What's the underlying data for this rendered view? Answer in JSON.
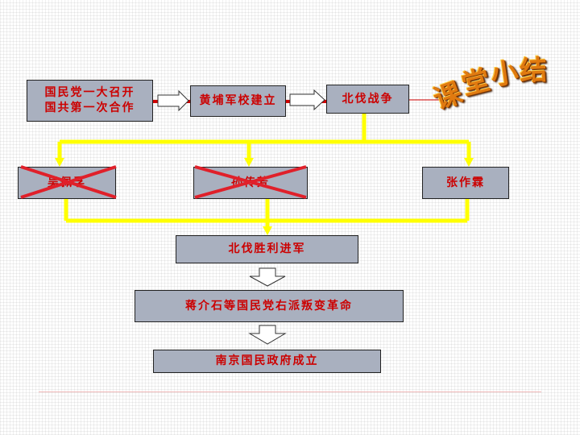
{
  "title": {
    "chars": [
      "课",
      "堂",
      "小",
      "结"
    ]
  },
  "boxes": {
    "kmt_ccp": "国民党一大召开\n国共第一次合作",
    "whampoa": "黄埔军校建立",
    "northern_expedition": "北伐战争",
    "wu_peifu": "吴佩孚",
    "sun_chuanfang": "孙传芳",
    "zhang_zuolin": "张作霖",
    "victory": "北伐胜利进军",
    "chiang_betray": "蒋介石等国民党右派叛变革命",
    "nanjing": "南京国民政府成立"
  },
  "colors": {
    "box_fill": "#a9b0bf",
    "text": "#cc0000",
    "connector": "#ffff00",
    "strike": "#e0202a",
    "title": "#e07a10"
  }
}
